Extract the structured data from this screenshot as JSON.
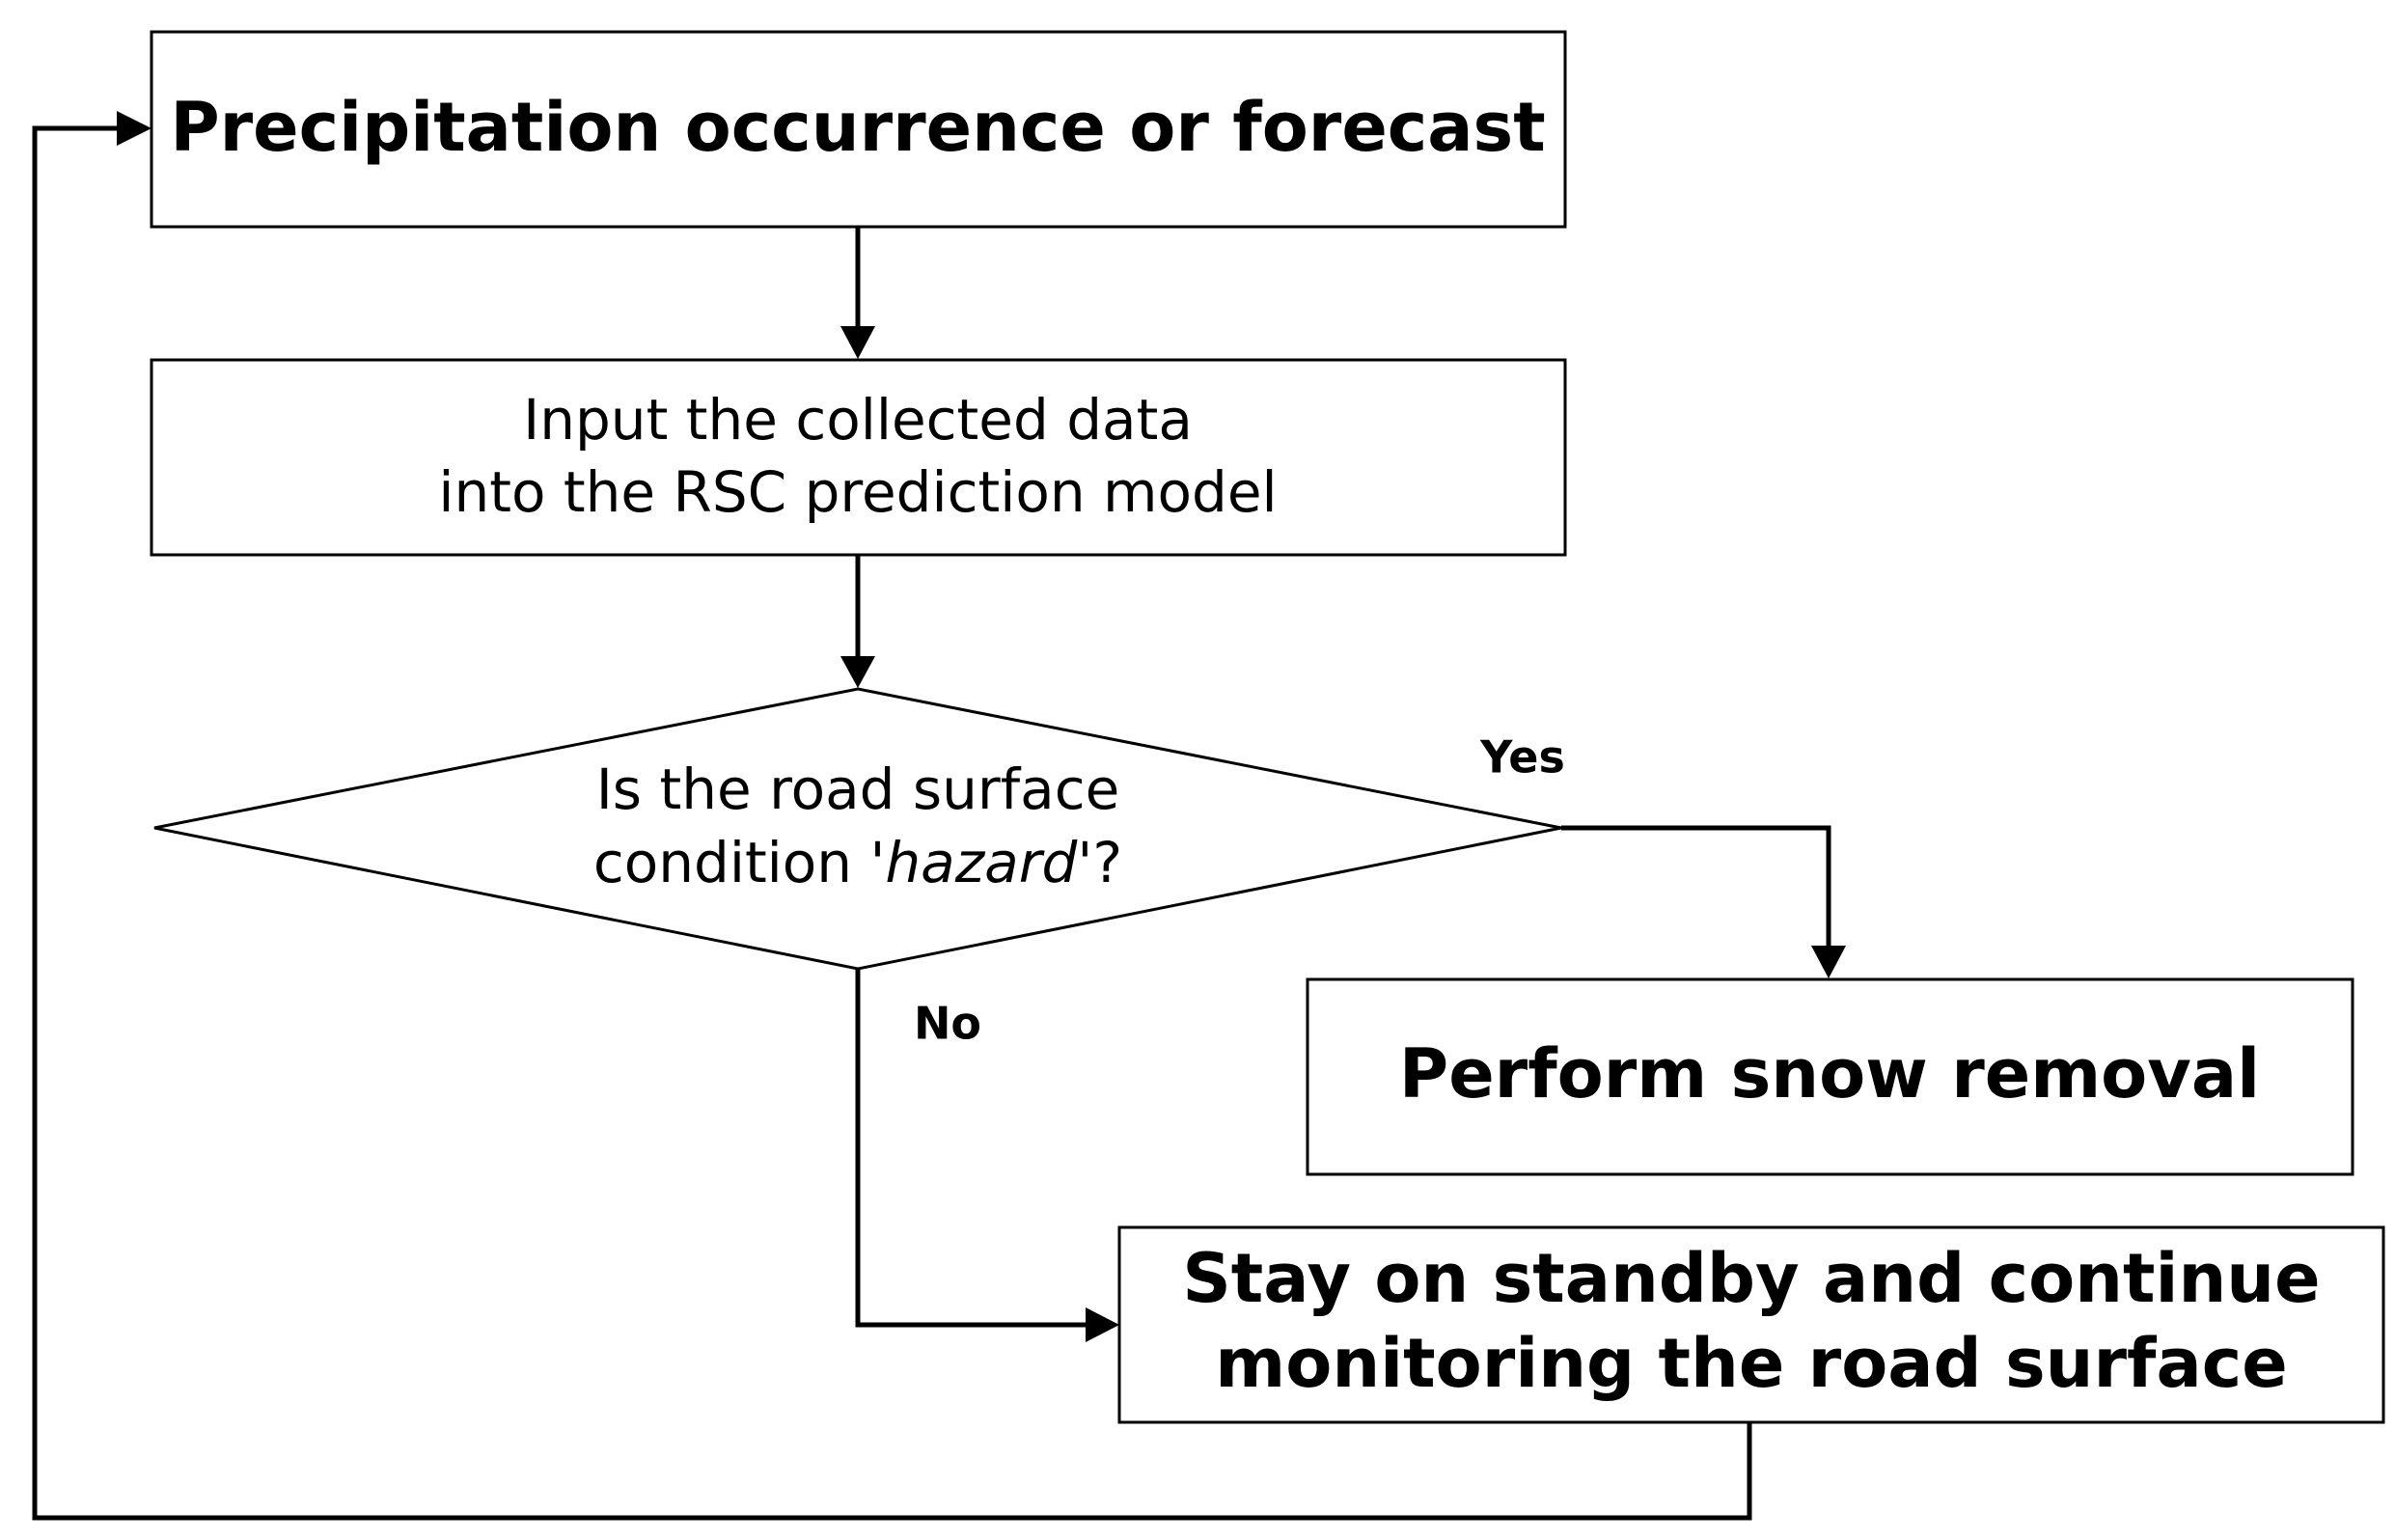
{
  "flowchart": {
    "start_box": {
      "label": "Precipitation occurrence or forecast"
    },
    "input_box": {
      "line1": "Input the collected data",
      "line2": "into the RSC prediction model"
    },
    "decision": {
      "line1": "Is the road surface",
      "line2_prefix": "condition '",
      "line2_italic": "hazard",
      "line2_suffix": "'?"
    },
    "yes_label": "Yes",
    "no_label": "No",
    "yes_box": {
      "label": "Perform snow removal"
    },
    "no_box": {
      "line1": "Stay on standby and continue",
      "line2": "monitoring the road surface"
    }
  }
}
